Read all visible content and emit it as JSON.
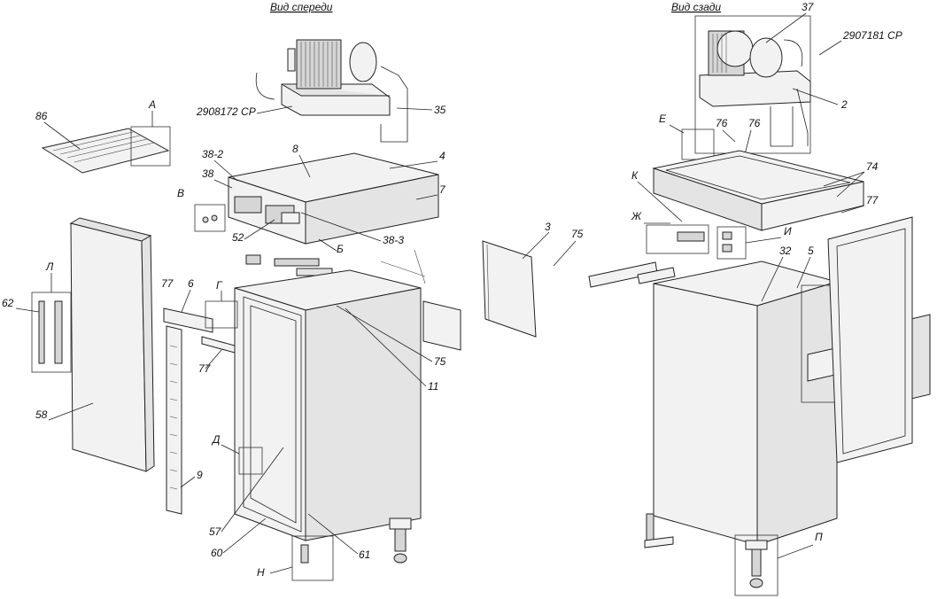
{
  "views": {
    "front": "Вид спереди",
    "rear": "Вид сзади"
  },
  "labels": {
    "l86": "86",
    "lA": "А",
    "l2908172": "2908172 СР",
    "l35": "35",
    "l38_2": "38-2",
    "l38": "38",
    "l8": "8",
    "l4": "4",
    "l7": "7",
    "lV": "В",
    "l52": "52",
    "l38_3": "38-3",
    "lB": "Б",
    "l3": "3",
    "l75a": "75",
    "l75b": "75",
    "l11": "11",
    "l77a": "77",
    "l6": "6",
    "lG": "Г",
    "l77b": "77",
    "l62": "62",
    "lL": "Л",
    "l58": "58",
    "l9": "9",
    "lD": "Д",
    "l57": "57",
    "l60": "60",
    "l61": "61",
    "lN": "Н",
    "l37": "37",
    "l2907181": "2907181 СР",
    "l2": "2",
    "lE": "Е",
    "l76a": "76",
    "l76b": "76",
    "lK": "К",
    "l74": "74",
    "l77c": "77",
    "lZh": "Ж",
    "lI": "И",
    "l32": "32",
    "l5": "5",
    "lP": "П"
  }
}
